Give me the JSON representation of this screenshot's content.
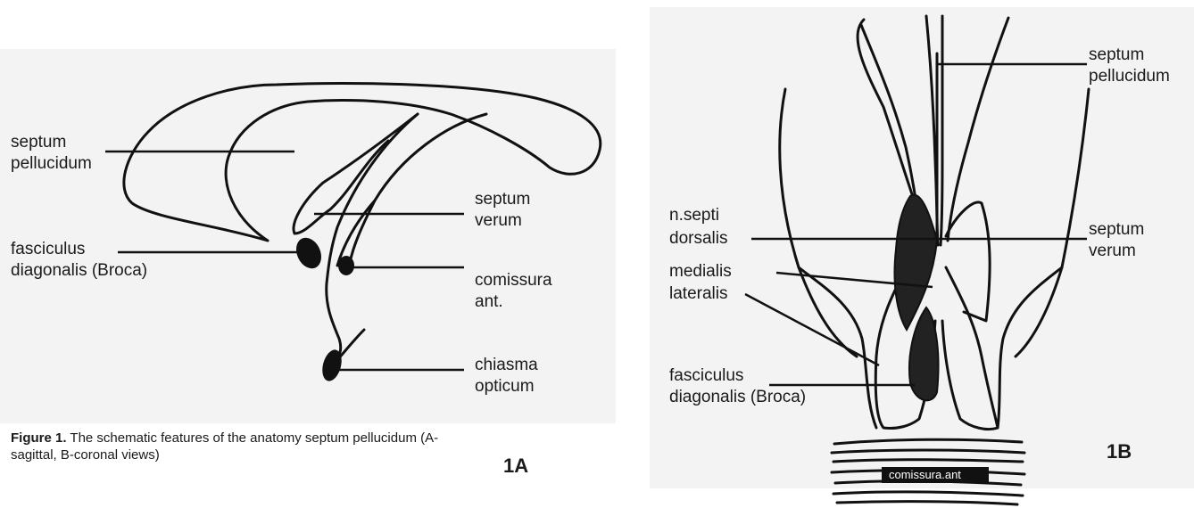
{
  "panel_a": {
    "labels": {
      "septum_pellucidum": "septum\npellucidum",
      "septum_verum": "septum\nverum",
      "fasciculus_diagonalis": "fasciculus\ndiagonalis (Broca)",
      "comissura_ant": "comissura\nant.",
      "chiasma_opticum": "chiasma\nopticum"
    },
    "tag": "1A"
  },
  "panel_b": {
    "labels": {
      "septum_pellucidum": "septum\npellucidum",
      "septum_verum": "septum\nverum",
      "n_septi": "n.septi",
      "dorsalis": "dorsalis",
      "medialis": "medialis",
      "lateralis": "lateralis",
      "fasciculus_diagonalis": "fasciculus\ndiagonalis (Broca)",
      "comissura_ant": "comissura.ant"
    },
    "tag": "1B"
  },
  "caption": {
    "bold": "Figure 1.",
    "text": " The schematic features of the anatomy septum pellucidum (A-sagittal, B-coronal views)"
  }
}
